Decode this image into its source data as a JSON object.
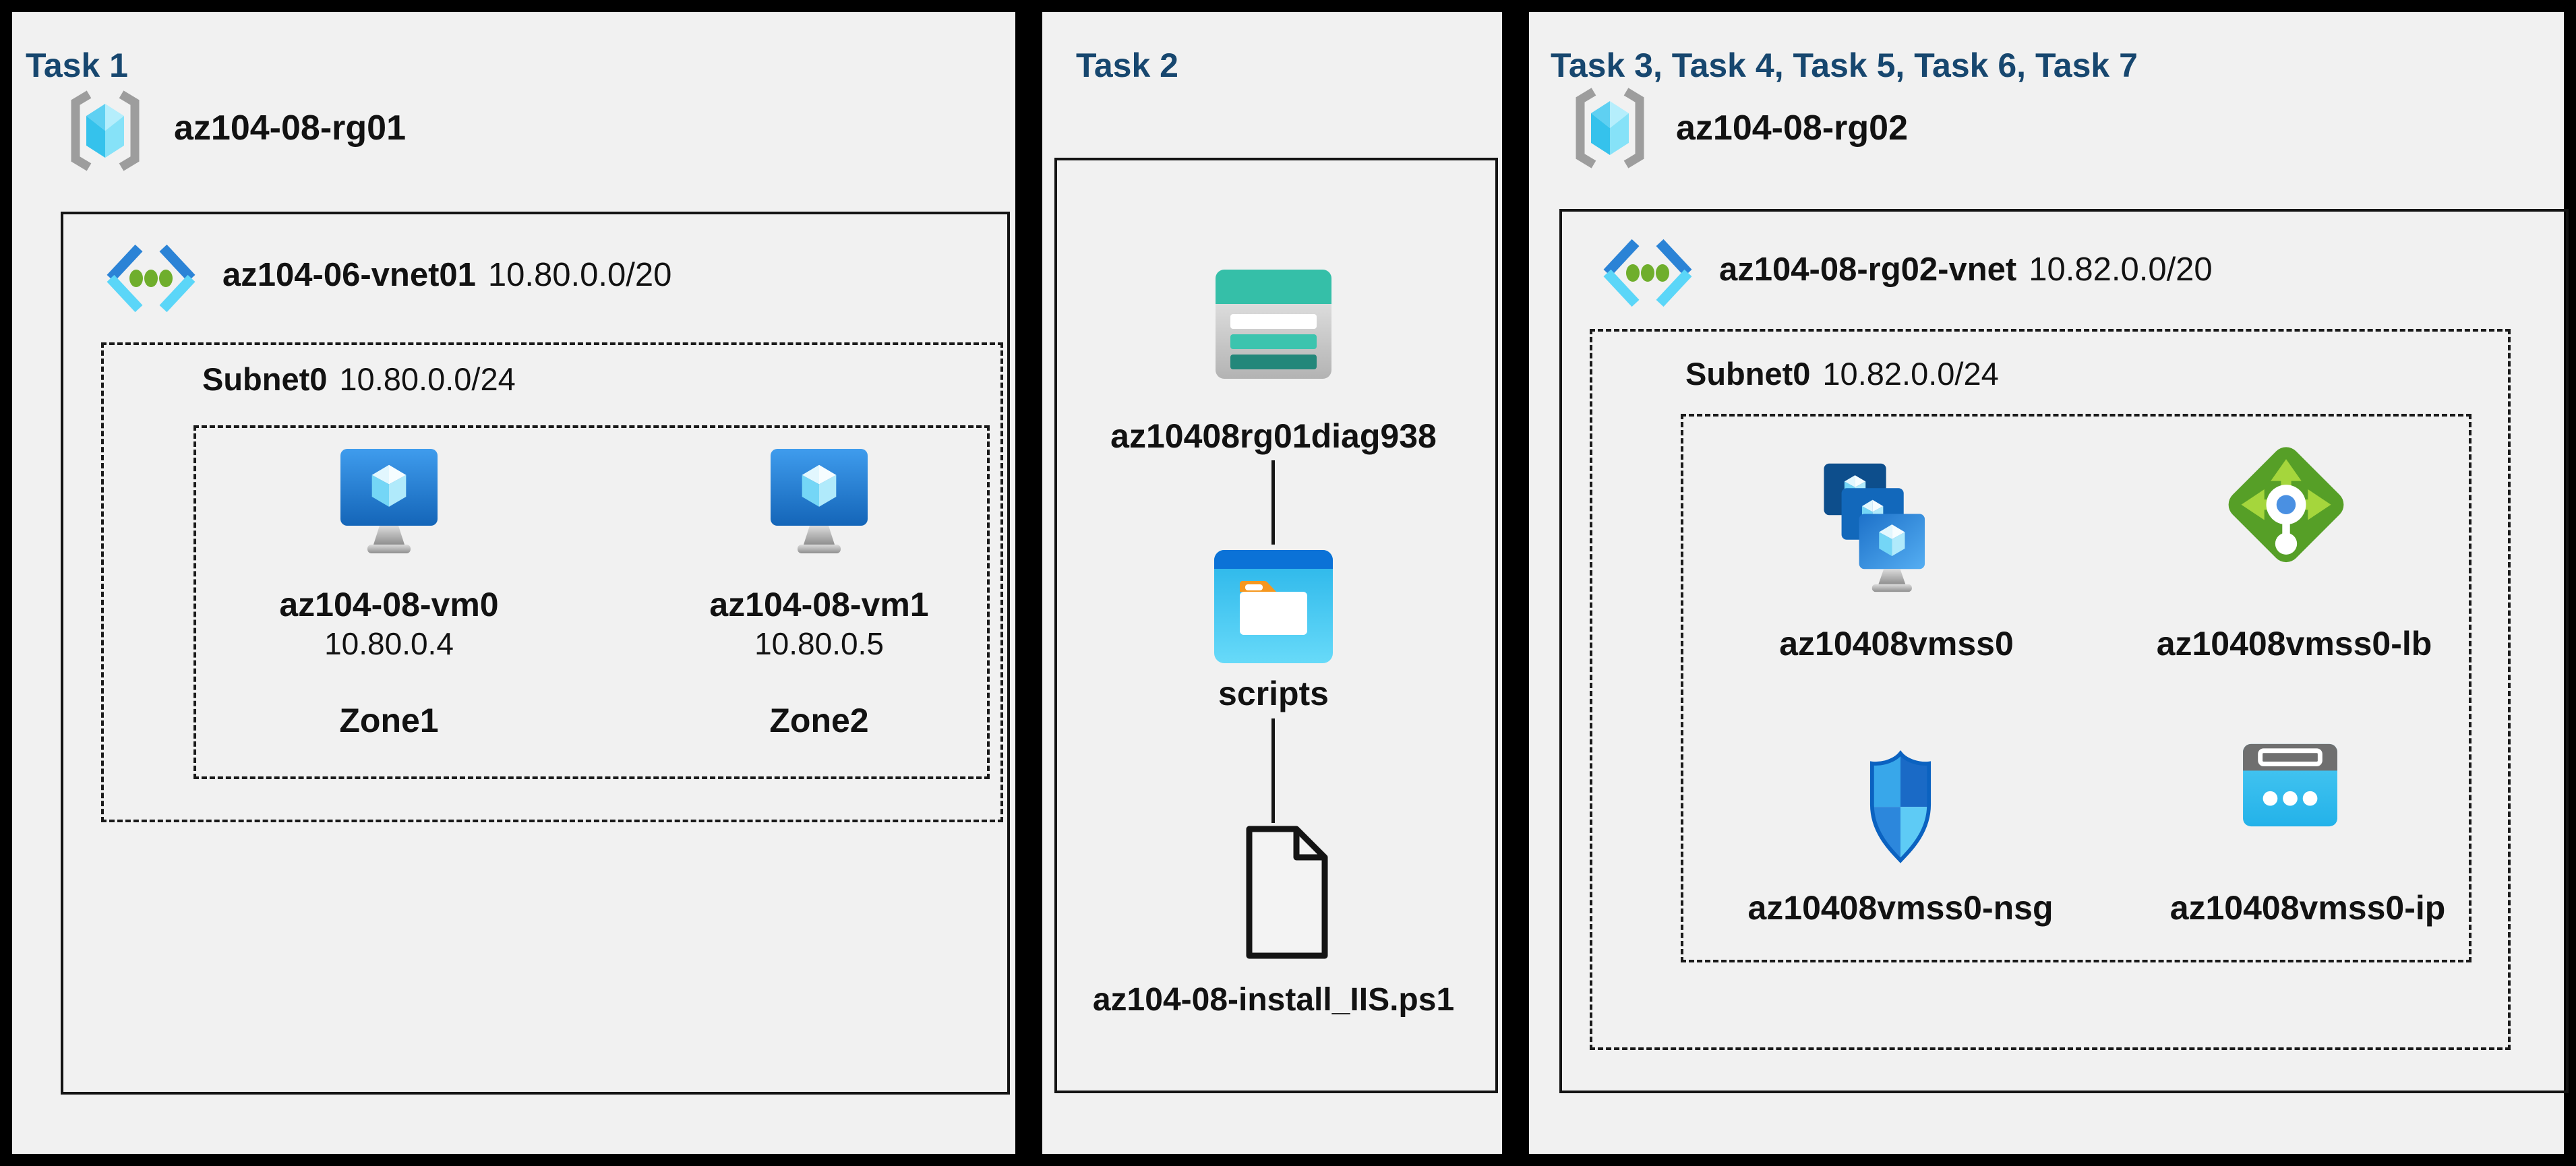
{
  "colors": {
    "canvas": "#000000",
    "panel_background": "#f1f1f1",
    "task_title": "#17476f",
    "text": "#121212",
    "box_border": "#141414",
    "azure_blue": "#2b83d6",
    "azure_cyan": "#5bd6f8",
    "vnet_dot_green": "#6fae2c",
    "load_balancer_green": "#569f27",
    "storage_teal": "#35bfa8",
    "folder_orange": "#f5971f"
  },
  "task1": {
    "title": "Task 1",
    "resource_group": "az104-08-rg01",
    "vnet": {
      "name": "az104-06-vnet01",
      "cidr": "10.80.0.0/20"
    },
    "subnet": {
      "name": "Subnet0",
      "cidr": "10.80.0.0/24"
    },
    "vms": [
      {
        "name": "az104-08-vm0",
        "ip": "10.80.0.4",
        "zone": "Zone1"
      },
      {
        "name": "az104-08-vm1",
        "ip": "10.80.0.5",
        "zone": "Zone2"
      }
    ]
  },
  "task2": {
    "title": "Task 2",
    "storage_account": "az10408rg01diag938",
    "folder": "scripts",
    "script_file": "az104-08-install_IIS.ps1"
  },
  "task3": {
    "title": "Task 3, Task 4, Task 5, Task 6, Task 7",
    "resource_group": "az104-08-rg02",
    "vnet": {
      "name": "az104-08-rg02-vnet",
      "cidr": "10.82.0.0/20"
    },
    "subnet": {
      "name": "Subnet0",
      "cidr": "10.82.0.0/24"
    },
    "resources": [
      {
        "name": "az10408vmss0",
        "type": "vm-scale-set"
      },
      {
        "name": "az10408vmss0-lb",
        "type": "load-balancer"
      },
      {
        "name": "az10408vmss0-nsg",
        "type": "network-security-group"
      },
      {
        "name": "az10408vmss0-ip",
        "type": "public-ip"
      }
    ]
  },
  "icons": {
    "resource-group-icon": "gray square brackets around cyan cube",
    "virtual-network-icon": "blue angle brackets with three green dots",
    "vm-icon": "blue monitor with cyan cube on gray stand",
    "vmss-icon": "three stacked blue monitors with cubes",
    "load-balancer-icon": "green diamond, light-green arrows, blue node",
    "nsg-icon": "blue quartered shield",
    "public-ip-icon": "cyan card, gray header slot, three white dots",
    "storage-account-icon": "gray card with teal band and three bars",
    "folder-icon": "blue window with white folder and orange tab",
    "script-file-icon": "outlined page with folded corner"
  }
}
